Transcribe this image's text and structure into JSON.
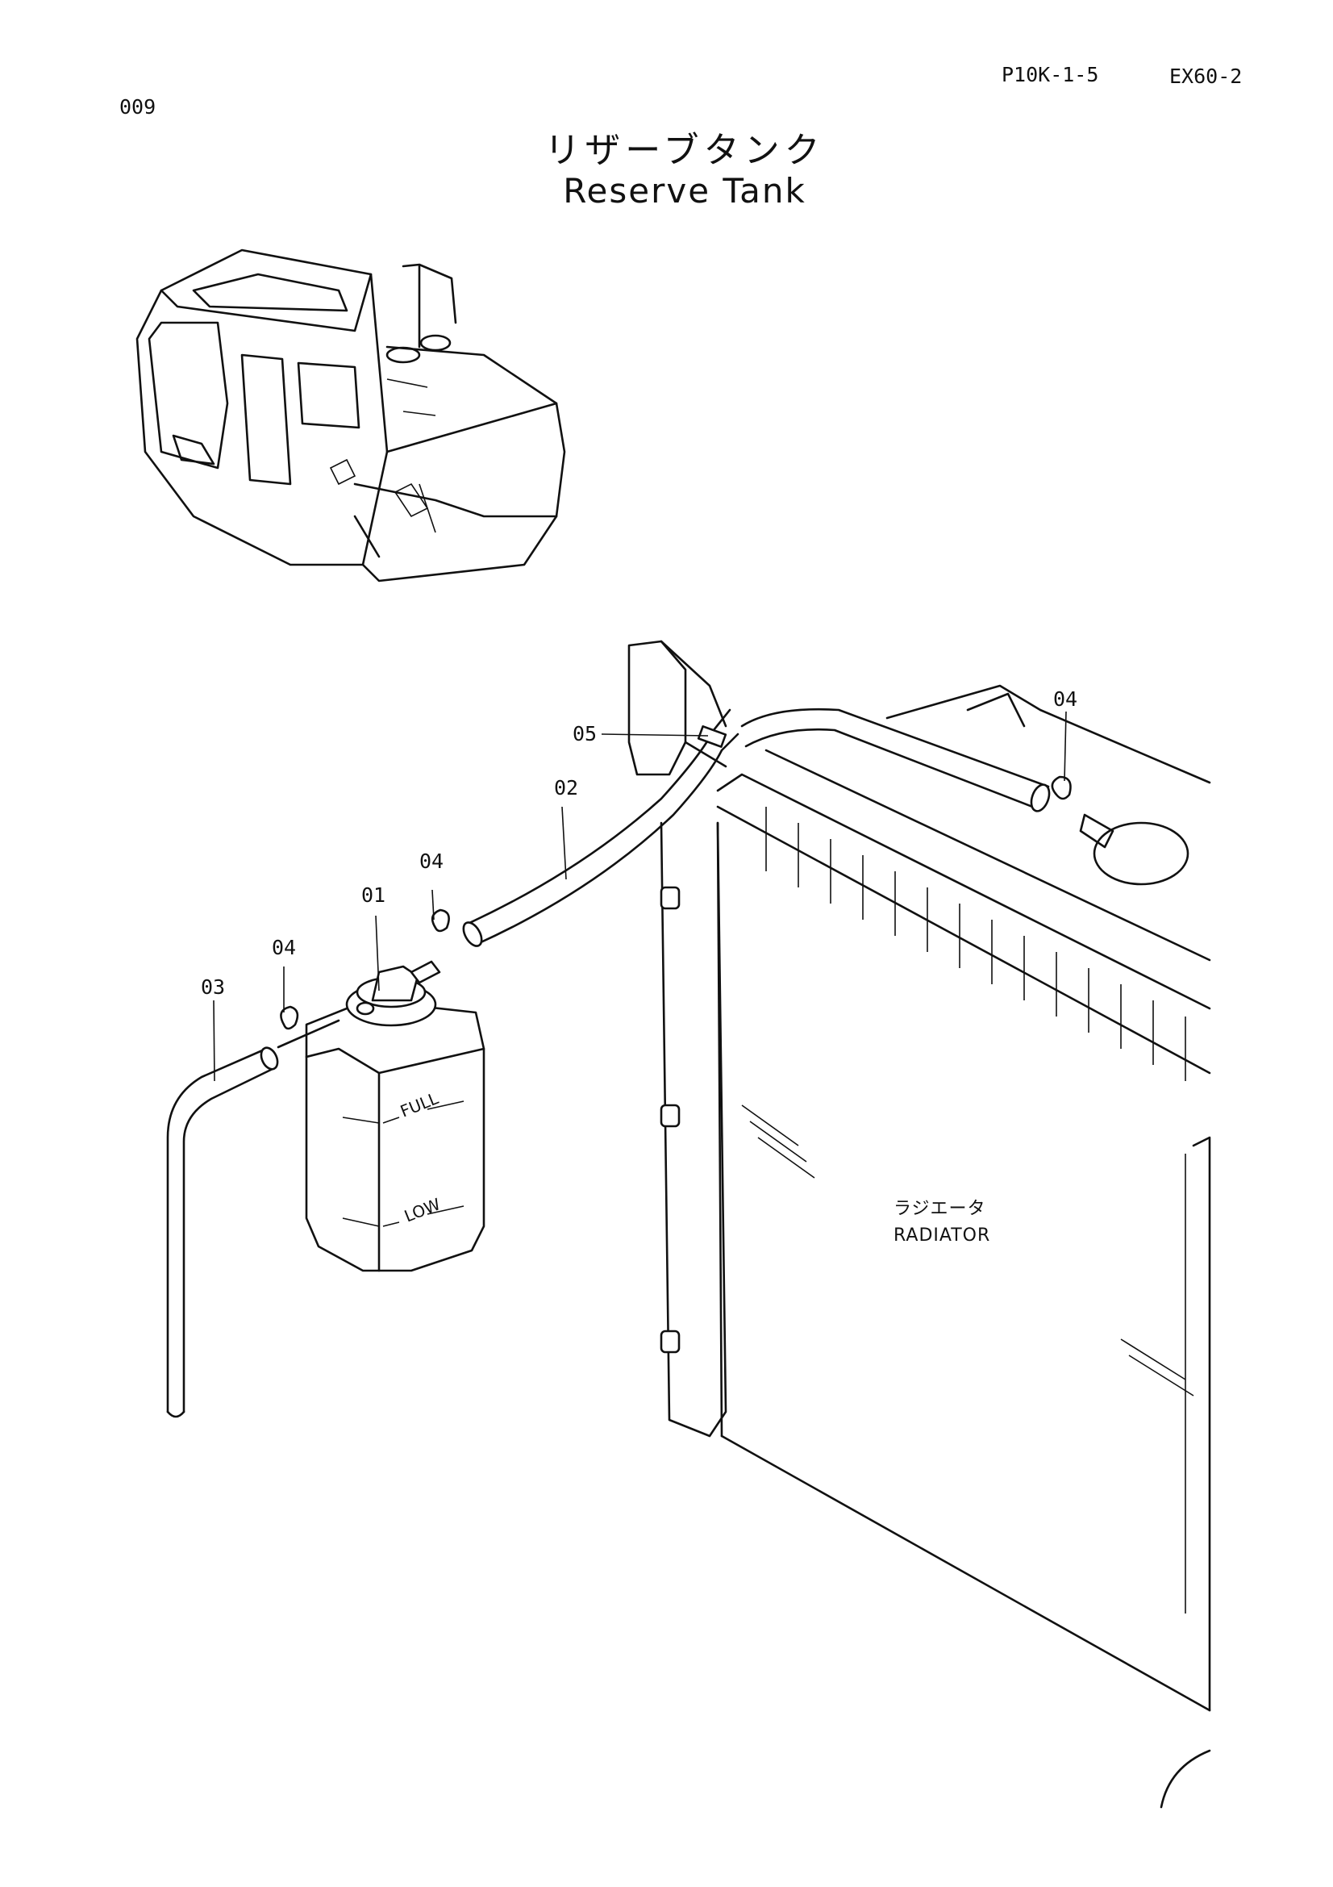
{
  "header": {
    "page_number": "009",
    "page_code": "P10K-1-5",
    "model": "EX60-2"
  },
  "title": {
    "japanese": "リザーブタンク",
    "english": "Reserve Tank"
  },
  "callouts": {
    "c01": "01",
    "c02": "02",
    "c03": "03",
    "c04_tank": "04",
    "c04_top": "04",
    "c04_right": "04",
    "c05": "05"
  },
  "tank_markings": {
    "full": "FULL",
    "low": "LOW"
  },
  "radiator": {
    "label_jp": "ラジエータ",
    "label_en": "RADIATOR"
  }
}
